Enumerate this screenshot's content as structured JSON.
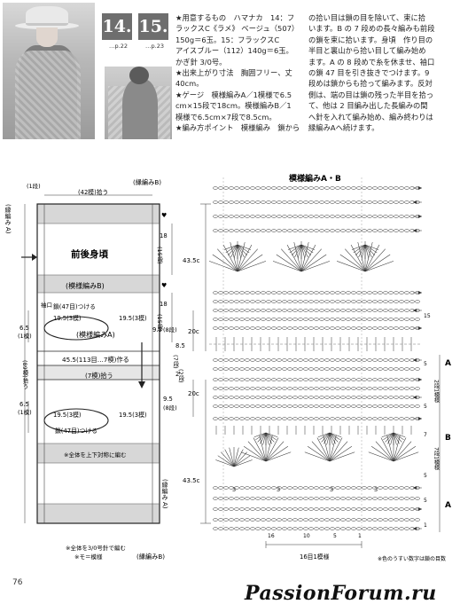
{
  "header": {
    "num_14": "14.",
    "num_15": "15.",
    "page_ref_14": "…p.22",
    "page_ref_15": "…p.23"
  },
  "info_col1": [
    "★用意するもの　ハマナカ　14：フ",
    "ラックスC《ラメ》 ベージュ（507）",
    "150g＝6玉。15：フラックスC",
    "アイスブルー（112）140g＝6玉。",
    "かぎ針 3/0号。",
    "★出来上がり寸法　胸囲フリー、丈",
    "40cm。",
    "★ゲージ　模様編みA／1模様で6.5",
    "cm×15段で18cm。模様編みB／1",
    "模様で6.5cm×7段で8.5cm。",
    "★編み方ポイント　模様編み　鎖から"
  ],
  "info_col2": [
    "の拾い目は鎖の目を除いて、束に拾",
    "います。B の 7 段めの長々編みも前段",
    "の鎖を束に拾います。身頃　作り目の",
    "半目と裏山から拾い目して編み始め",
    "ます。A の 8 段めで糸を休ませ、袖口",
    "の鎖 47 目を引き抜きでつけます。9",
    "段めは鎖からも拾って編みます。反対",
    "側は、端の目は鎖の残った半目を拾っ",
    "て、他は 2 目編み出した長編みの間",
    "へ針を入れて編み始め、編み終わりは",
    "縁編みAへ続けます。"
  ],
  "left_diagram": {
    "top_count": "(42模)拾う",
    "edge_b_top": "(縁編みB)",
    "edge_b_bottom": "(縁編みB)",
    "edge_a_left": "(縁編み A)",
    "edge_a_right": "(縁編み A)",
    "one_row": "(1段)",
    "front_back": "前後身頃",
    "pattern_b": "(模様編みB)",
    "pattern_a": "(模様編みA)",
    "sleeve_opening": "袖口",
    "chain_47_top": "鎖(47目)つける",
    "chain_47_bottom": "鎖(47目)つける",
    "width_195": "19.5(3模)",
    "width_195_b": "19.5(3模)",
    "width_195_c": "19.5(3模)",
    "width_195_d": "19.5(3模)",
    "dim_65": "6.5",
    "dim_1m": "(1模)",
    "dim_65_b": "6.5",
    "dim_1m_b": "(1模)",
    "dim_455": "45.5(113目…7模)作る",
    "dim_7m": "(7模)拾う",
    "dim_89": "(89模)拾う",
    "dim_95": "9.5",
    "dim_8d": "(8段)",
    "dim_95_b": "9.5",
    "dim_8d_b": "(8段)",
    "dim_18": "18",
    "dim_15d": "(15段)",
    "dim_18_b": "18",
    "dim_15d_b": "(15段)",
    "dim_85": "8.5",
    "dim_7d": "(7段)",
    "dim_2": "2",
    "dim_2d": "(2段)",
    "dim_435": "43.5c",
    "dim_435_b": "43.5c",
    "dim_20": "20c",
    "dim_20_b": "20c",
    "symmetric": "※全体を上下対称に編む",
    "note1": "※全体を3/0号針で編む",
    "note2": "※モ＝模様"
  },
  "right_diagram": {
    "title": "模様編みA・B",
    "label_a_top": "A",
    "label_b": "B",
    "label_a_bottom": "A",
    "row_15": "15",
    "row_5a": "5",
    "row_5b": "5",
    "row_5c": "5",
    "row_7": "7",
    "row_5d": "5",
    "row_1": "1",
    "two_rows": "2段1模様",
    "seven_rows": "7段1模様",
    "col_16": "16",
    "col_10": "10",
    "col_5": "5",
    "col_1": "1",
    "repeat": "16目1模様",
    "pale_note": "※色のうすい数字は鎖の目数",
    "three_a": "3",
    "three_b": "3",
    "three_c": "3",
    "three_d": "3"
  },
  "footer": {
    "page_number": "76",
    "watermark": "PassionForum.ru"
  }
}
